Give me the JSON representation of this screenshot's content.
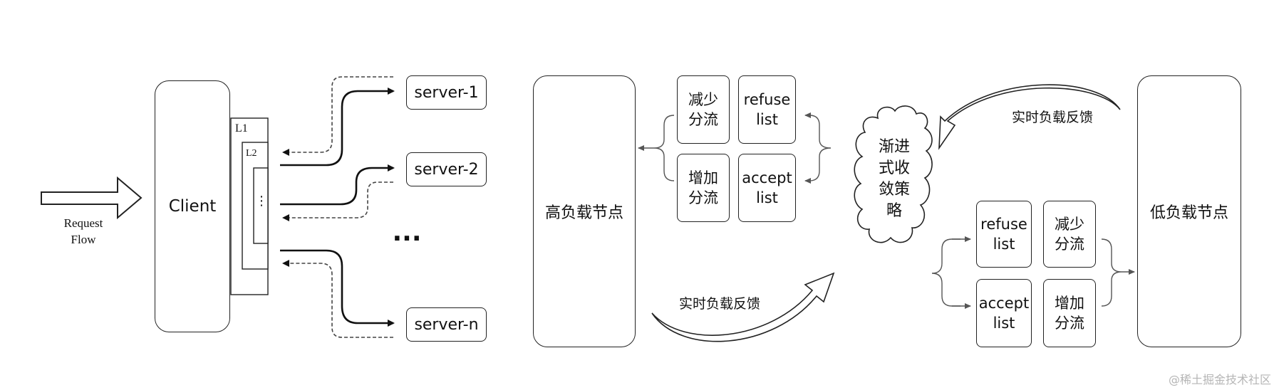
{
  "left": {
    "request_flow": "Request\nFlow",
    "client": "Client",
    "l1": "L1",
    "l2": "L2",
    "l2_dots": "⋮",
    "servers": [
      "server-1",
      "server-2",
      "server-n"
    ],
    "ellipsis": "···"
  },
  "right": {
    "high_node": "高负载节点",
    "low_node": "低负载节点",
    "strategy": "渐进\n式收\n敛策\n略",
    "feedback_top": "实时负载反馈",
    "feedback_bottom": "实时负载反馈",
    "high_actions": {
      "reduce": "减少\n分流",
      "refuse": "refuse\nlist",
      "increase": "增加\n分流",
      "accept": "accept\nlist"
    },
    "low_actions": {
      "refuse": "refuse\nlist",
      "reduce": "减少\n分流",
      "accept": "accept\nlist",
      "increase": "增加\n分流"
    }
  },
  "watermark": "@稀土掘金技术社区"
}
